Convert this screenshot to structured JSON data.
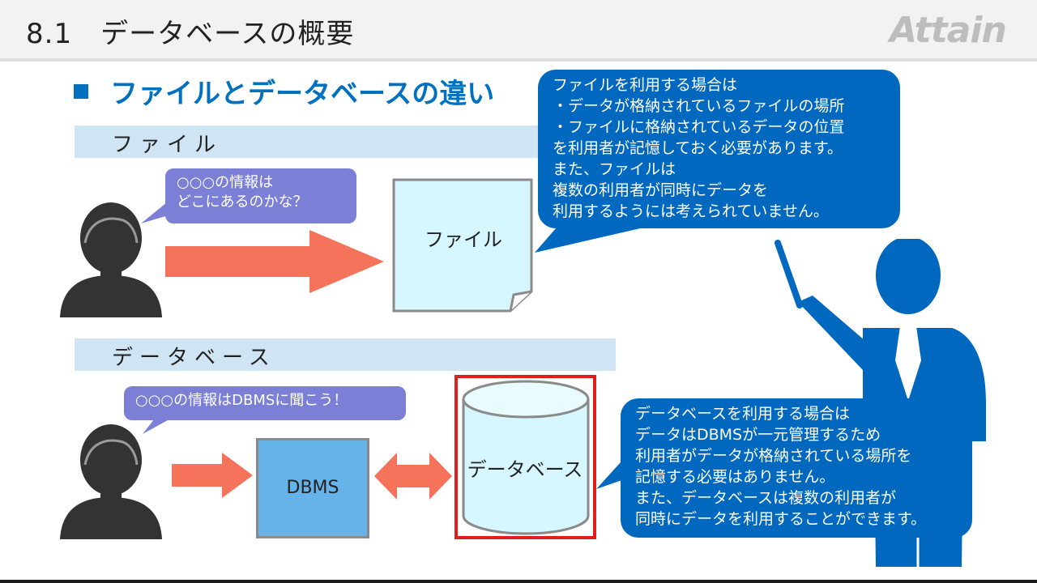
{
  "header": {
    "title": "8.1　データベースの概要",
    "logo_text": "Attain"
  },
  "section": {
    "heading": "ファイルとデータベースの違い"
  },
  "file_section": {
    "band_label": "ファイル",
    "bubble_lines": [
      "○○○の情報は",
      "どこにあるのかな？"
    ],
    "file_label": "ファイル",
    "callout_lines": [
      "ファイルを利用する場合は",
      "・データが格納されているファイルの場所",
      "・ファイルに格納されているデータの位置",
      "を利用者が記憶しておく必要があります。",
      "また、ファイルは",
      "複数の利用者が同時にデータを",
      "利用するようには考えられていません。"
    ]
  },
  "database_section": {
    "band_label": "データベース",
    "bubble_text": "○○○の情報はDBMSに聞こう！",
    "dbms_label": "DBMS",
    "db_label": "データベース",
    "callout_lines": [
      "データベースを利用する場合は",
      "データはDBMSが一元管理するため",
      "利用者がデータが格納されている場所を",
      "記憶する必要はありません。",
      "また、データベースは複数の利用者が",
      "同時にデータを利用することができます。"
    ]
  },
  "colors": {
    "accent_blue": "#0070c0",
    "callout_blue": "#0068bf",
    "band_blue": "#cfe5f4",
    "bubble_purple": "#7b7fd6",
    "arrow_salmon": "#f4735a",
    "highlight_red": "#e01e1e",
    "db_cyan": "#d6f7ff",
    "dbms_blue": "#66b3ea"
  },
  "icons": [
    "user-silhouette-icon",
    "presenter-icon",
    "document-icon",
    "database-cylinder-icon",
    "right-arrow-icon",
    "double-arrow-icon"
  ]
}
